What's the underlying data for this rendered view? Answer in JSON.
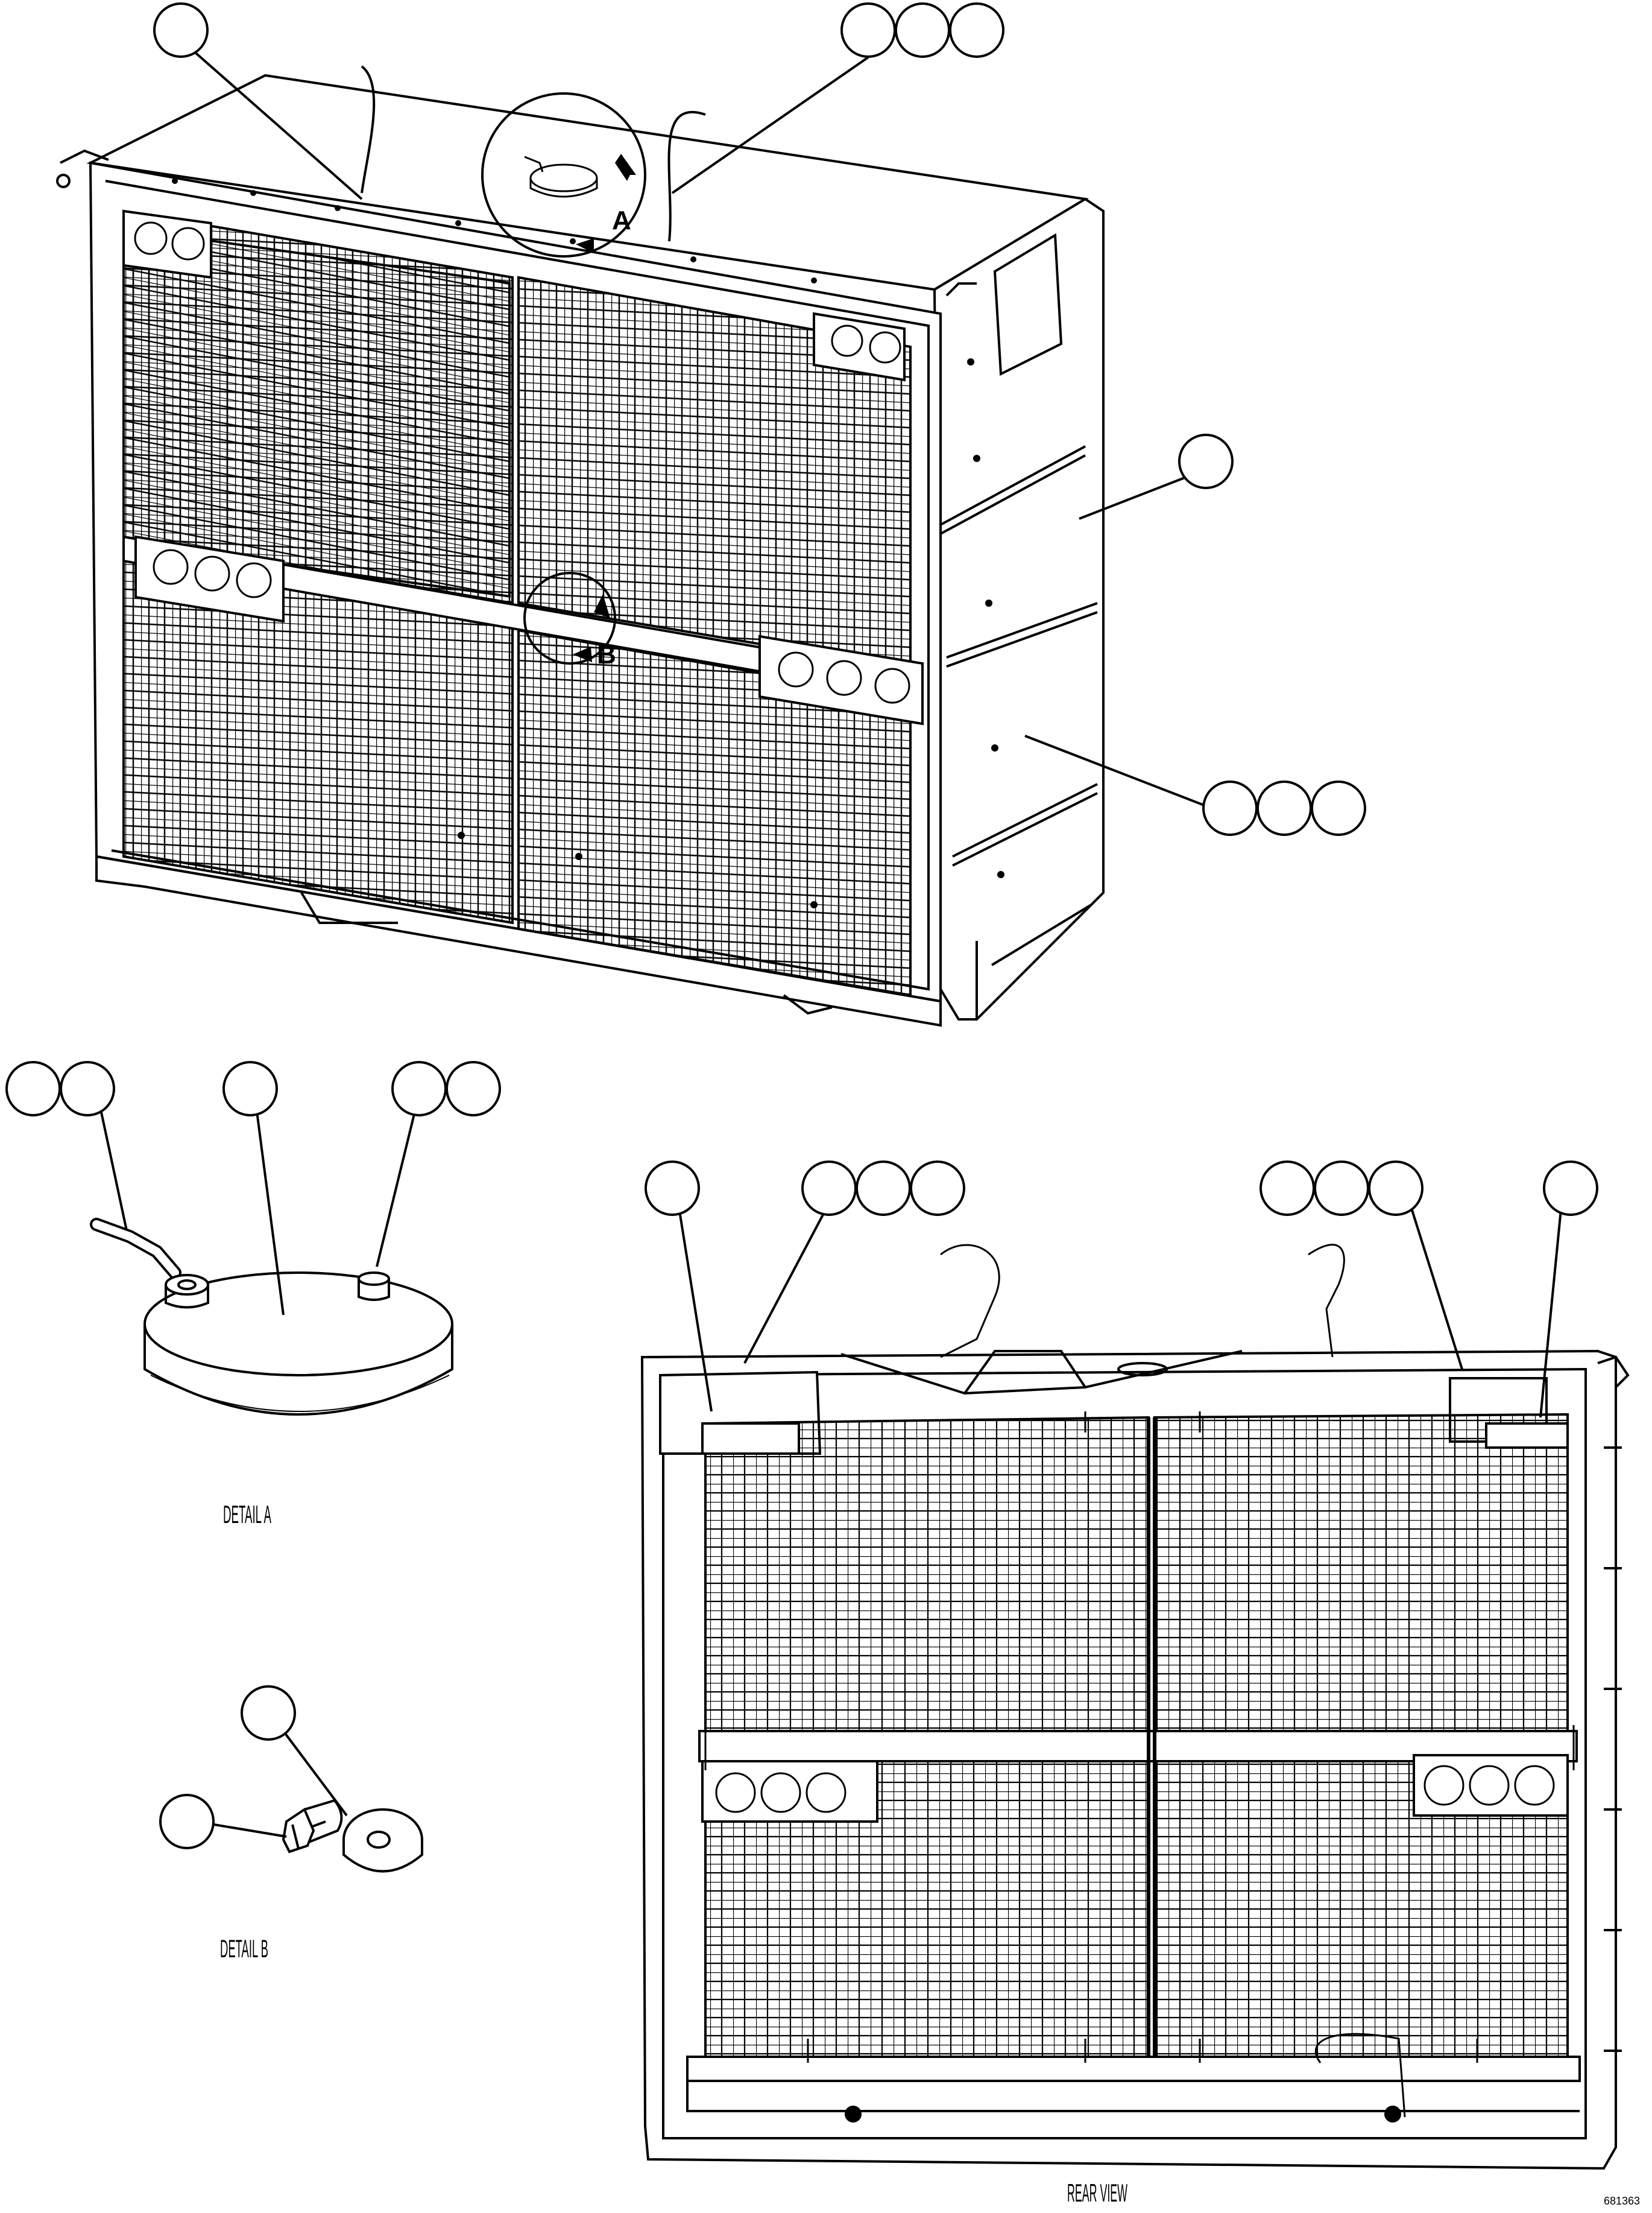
{
  "drawing": {
    "line_color": "#000000",
    "background_color": "#ffffff",
    "detail_markers": {
      "a": "A",
      "b": "B"
    },
    "captions": {
      "detail_a": "DETAIL A",
      "detail_b": "DETAIL B",
      "rear_view": "REAR VIEW"
    },
    "corner_code": "681363",
    "callouts_note": "Reference callout circles are drawn empty (no numbers visible)."
  }
}
